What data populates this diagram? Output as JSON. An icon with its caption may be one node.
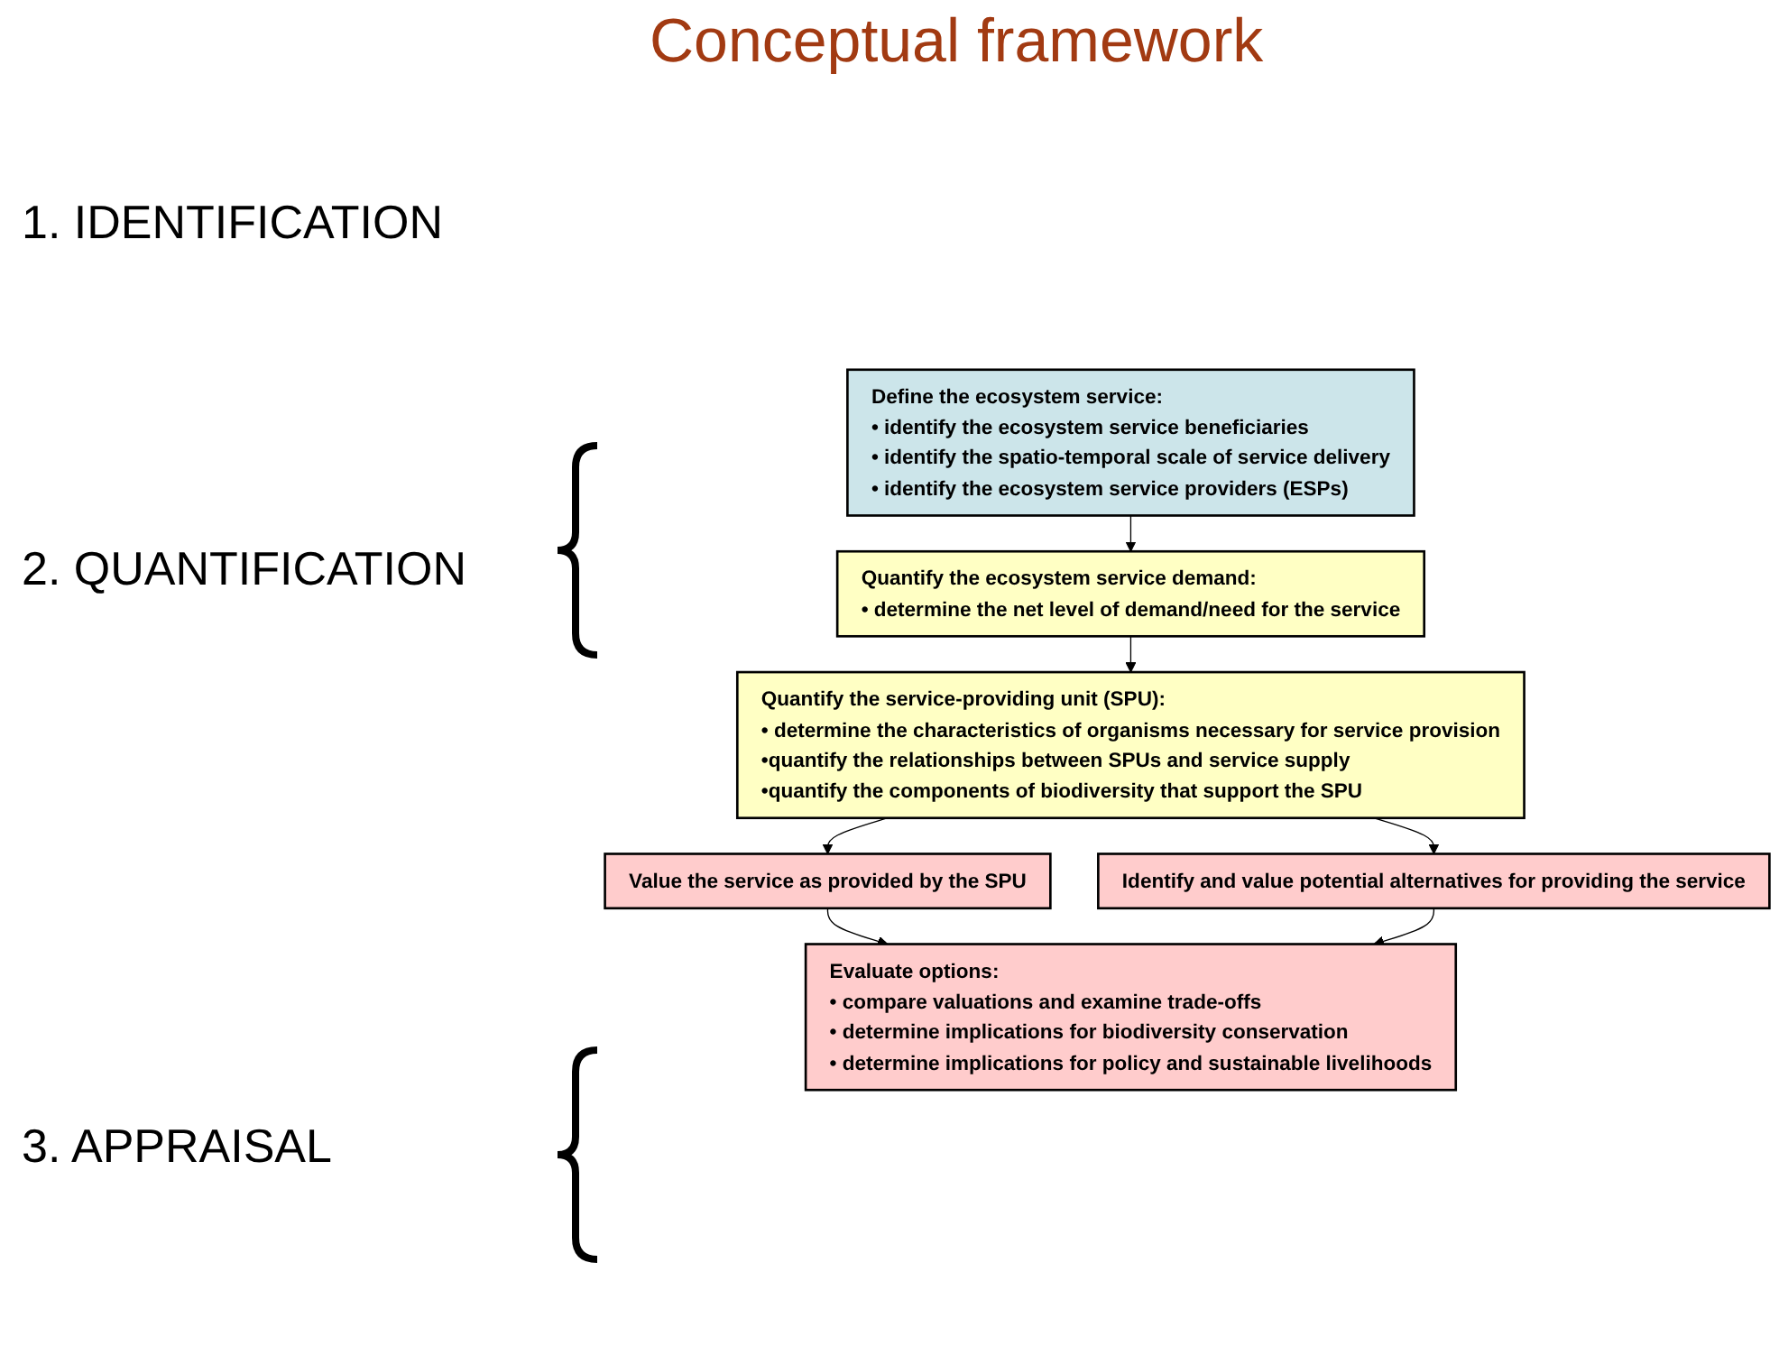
{
  "diagram": {
    "title": "Conceptual framework",
    "nodes": [
      {
        "text": [
          "Define the ecosystem service:",
          "• identify the ecosystem service beneficiaries",
          "• identify the spatio-temporal scale of service delivery",
          "• identify the ecosystem service providers (ESPs)"
        ]
      },
      {
        "text": [
          "Quantify the ecosystem service demand:",
          "• determine the net level of demand/need for the service"
        ]
      },
      {
        "text": [
          "Quantify the service-providing unit (SPU):",
          "• determine the characteristics of organisms necessary for service provision",
          "•quantify the relationships between SPUs and service supply",
          "•quantify the components of biodiversity that support the SPU"
        ]
      },
      {
        "text": [
          "Value the service as provided by the SPU"
        ]
      },
      {
        "text": [
          "Identify and value potential alternatives for providing the service"
        ]
      },
      {
        "text": [
          "Evaluate options:",
          "• compare valuations and examine trade-offs",
          "• determine implications for biodiversity conservation",
          "• determine implications for policy and sustainable livelihoods"
        ]
      }
    ],
    "edges": [
      {
        "from": 0,
        "to": 1,
        "arrow": "to"
      },
      {
        "from": 1,
        "to": 2,
        "arrow": "to"
      },
      {
        "from": 2,
        "to": 3,
        "arrow": "to"
      },
      {
        "from": 2,
        "to": 4,
        "arrow": "to"
      },
      {
        "from": 3,
        "to": 5,
        "arrow": "to"
      },
      {
        "from": 4,
        "to": 5,
        "arrow": "to"
      }
    ],
    "labels": [
      "1. IDENTIFICATION",
      "2. QUANTIFICATION",
      "3. APPRAISAL"
    ]
  }
}
